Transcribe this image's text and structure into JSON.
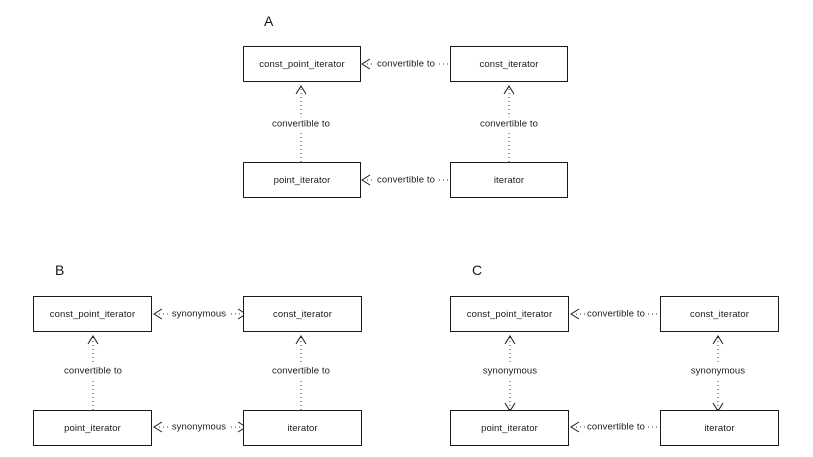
{
  "diagram": {
    "title_labels": [
      "A",
      "B",
      "C"
    ],
    "relations": {
      "convertible_to": "convertible to",
      "synonymous": "synonymous"
    },
    "node_names": {
      "const_point_iterator": "const_point_iterator",
      "const_iterator": "const_iterator",
      "point_iterator": "point_iterator",
      "iterator": "iterator"
    },
    "panels": [
      {
        "label": "A",
        "nodes": {
          "top_left": "const_point_iterator",
          "top_right": "const_iterator",
          "bottom_left": "point_iterator",
          "bottom_right": "iterator"
        },
        "edges": [
          {
            "id": "a-top-horizontal",
            "label": "convertible to",
            "direction": "left",
            "orientation": "horizontal"
          },
          {
            "id": "a-bottom-horizontal",
            "label": "convertible to",
            "direction": "left",
            "orientation": "horizontal"
          },
          {
            "id": "a-left-vertical",
            "label": "convertible to",
            "direction": "up",
            "orientation": "vertical"
          },
          {
            "id": "a-right-vertical",
            "label": "convertible to",
            "direction": "up",
            "orientation": "vertical"
          }
        ]
      },
      {
        "label": "B",
        "nodes": {
          "top_left": "const_point_iterator",
          "top_right": "const_iterator",
          "bottom_left": "point_iterator",
          "bottom_right": "iterator"
        },
        "edges": [
          {
            "id": "b-top-horizontal",
            "label": "synonymous",
            "direction": "both",
            "orientation": "horizontal"
          },
          {
            "id": "b-bottom-horizontal",
            "label": "synonymous",
            "direction": "both",
            "orientation": "horizontal"
          },
          {
            "id": "b-left-vertical",
            "label": "convertible to",
            "direction": "up",
            "orientation": "vertical"
          },
          {
            "id": "b-right-vertical",
            "label": "convertible to",
            "direction": "up",
            "orientation": "vertical"
          }
        ]
      },
      {
        "label": "C",
        "nodes": {
          "top_left": "const_point_iterator",
          "top_right": "const_iterator",
          "bottom_left": "point_iterator",
          "bottom_right": "iterator"
        },
        "edges": [
          {
            "id": "c-top-horizontal",
            "label": "convertible to",
            "direction": "left",
            "orientation": "horizontal"
          },
          {
            "id": "c-bottom-horizontal",
            "label": "convertible to",
            "direction": "left",
            "orientation": "horizontal"
          },
          {
            "id": "c-left-vertical",
            "label": "synonymous",
            "direction": "both",
            "orientation": "vertical"
          },
          {
            "id": "c-right-vertical",
            "label": "synonymous",
            "direction": "both",
            "orientation": "vertical"
          }
        ]
      }
    ],
    "colors": {
      "background": "#ffffff",
      "box_border": "#1a1a1a",
      "text": "#1a1a1a",
      "connector": "#3a3a3a"
    }
  }
}
